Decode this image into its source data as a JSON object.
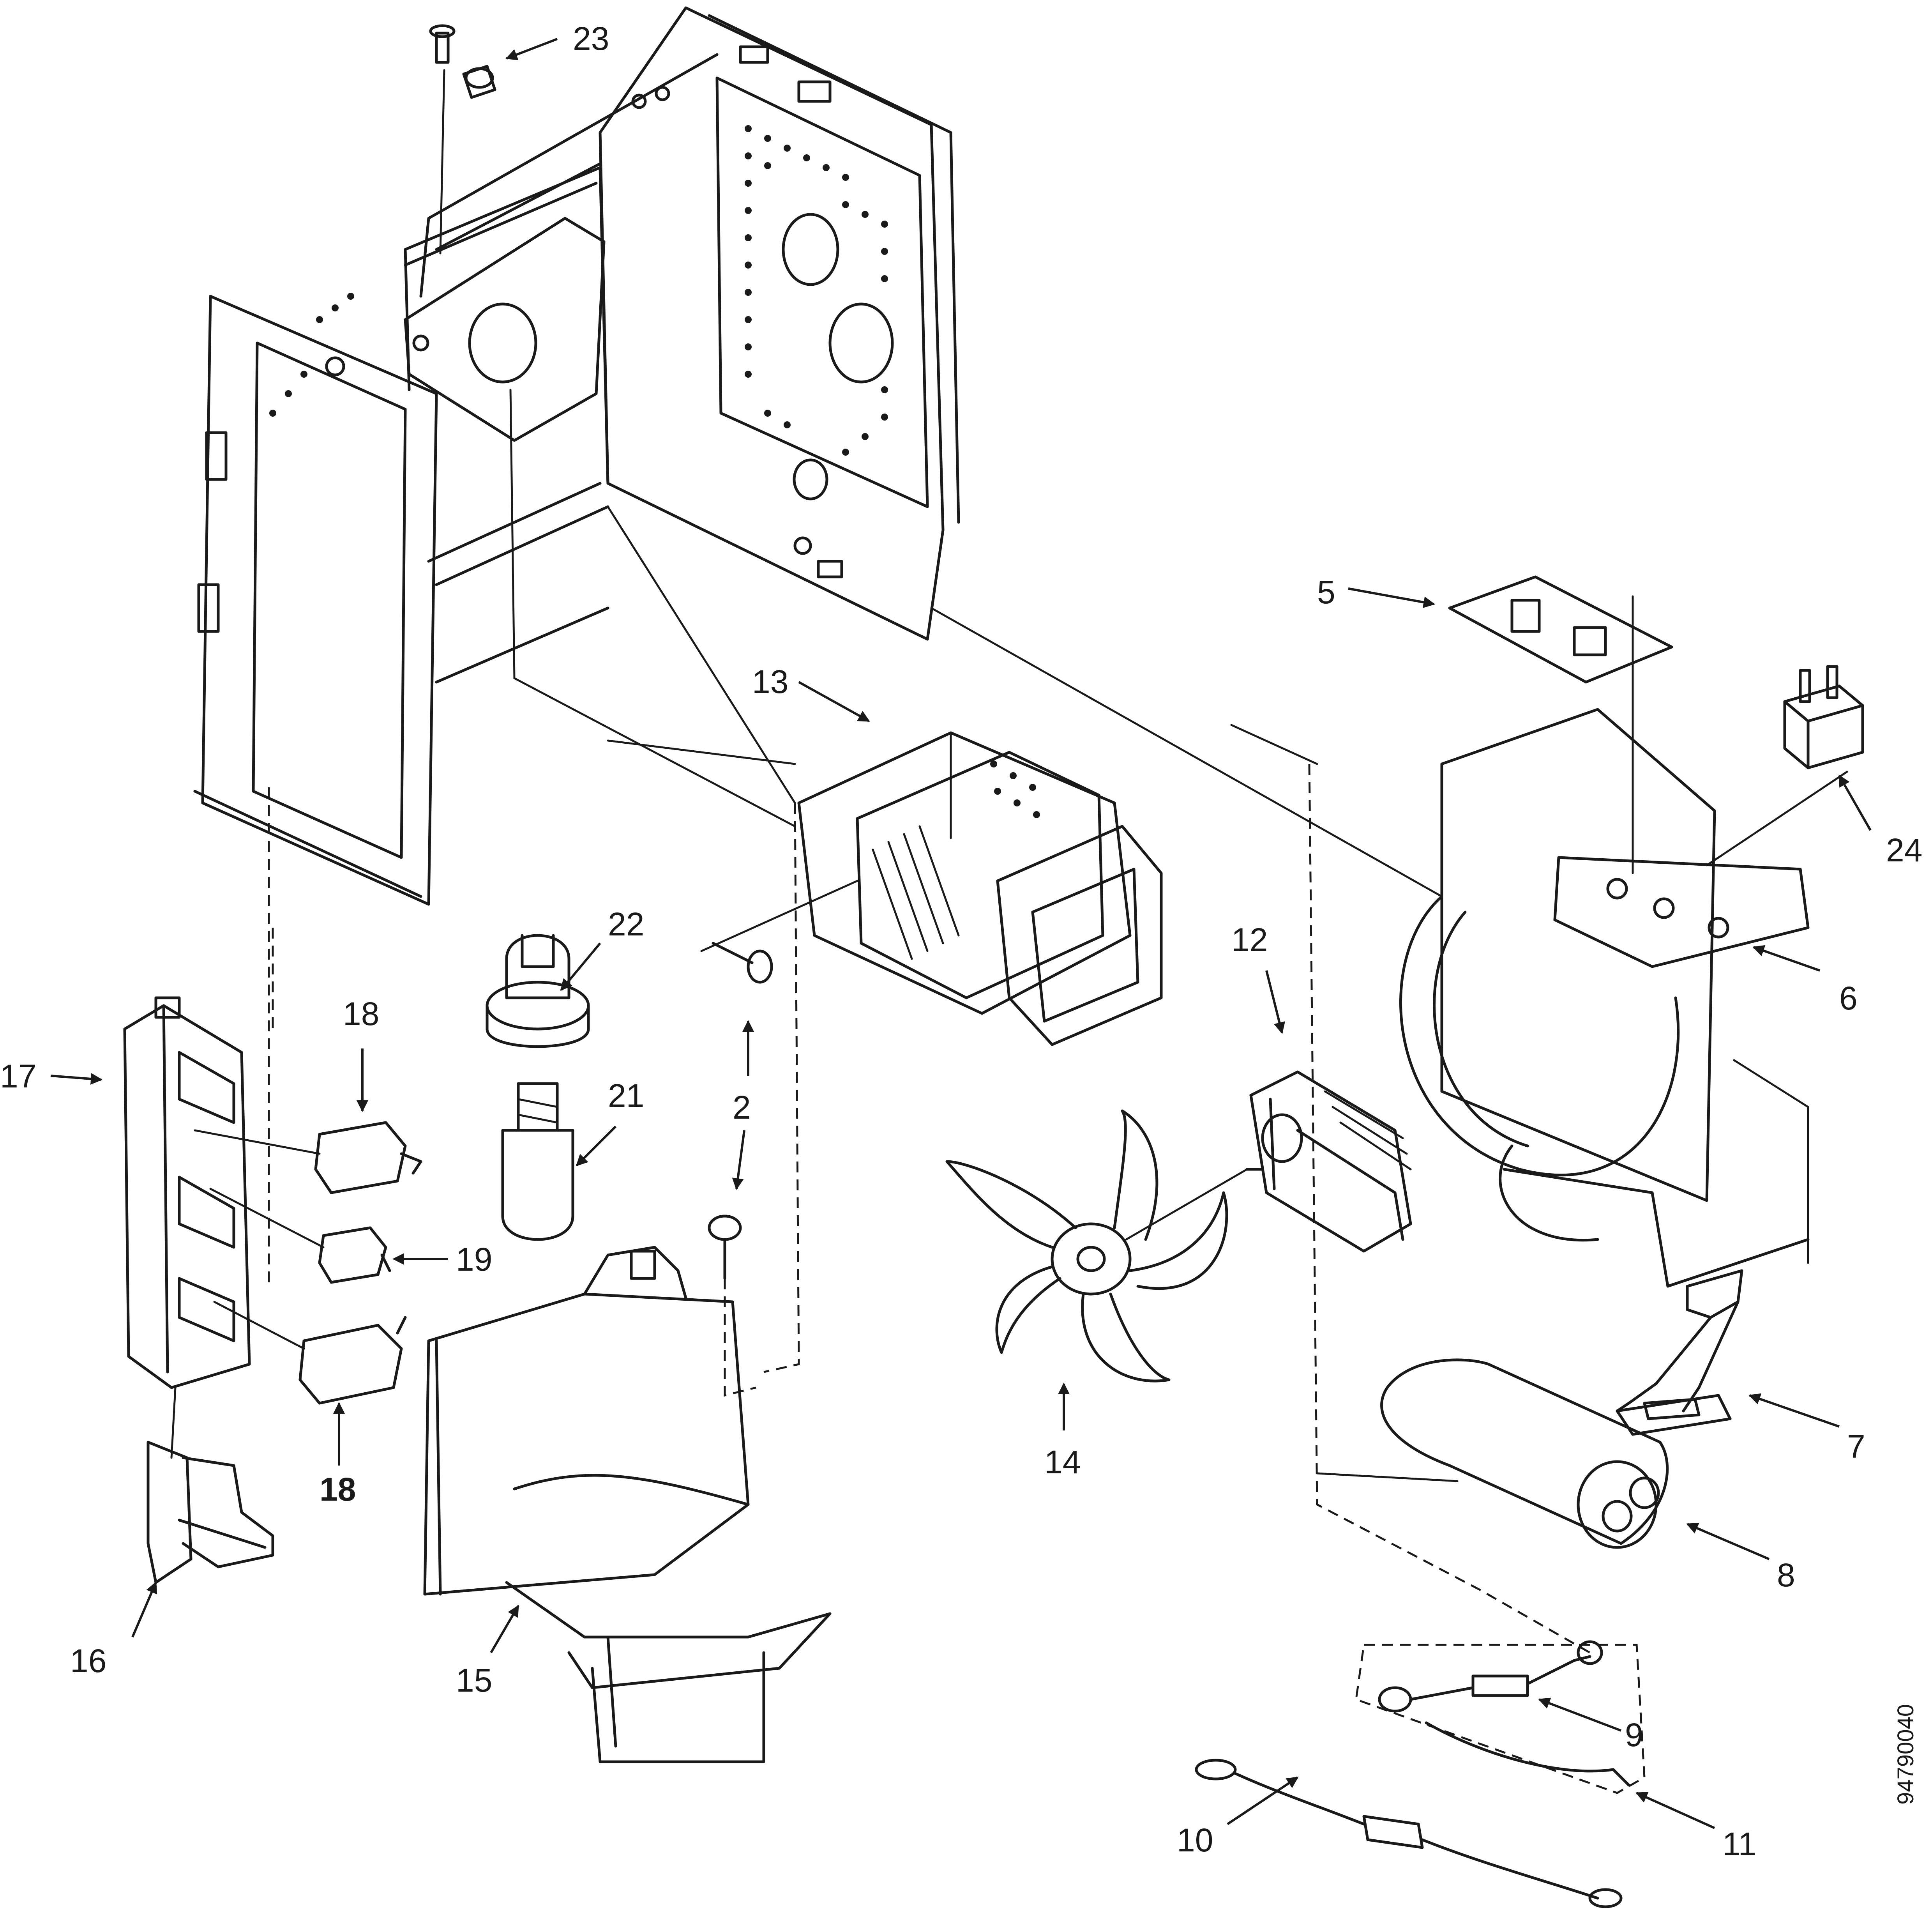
{
  "parts": [
    {
      "id": "23",
      "label": "23"
    },
    {
      "id": "5",
      "label": "5"
    },
    {
      "id": "13",
      "label": "13"
    },
    {
      "id": "24",
      "label": "24"
    },
    {
      "id": "22",
      "label": "22"
    },
    {
      "id": "12",
      "label": "12"
    },
    {
      "id": "6",
      "label": "6"
    },
    {
      "id": "18a",
      "label": "18"
    },
    {
      "id": "17",
      "label": "17"
    },
    {
      "id": "21",
      "label": "21"
    },
    {
      "id": "2",
      "label": "2"
    },
    {
      "id": "19",
      "label": "19"
    },
    {
      "id": "18b",
      "label": "18"
    },
    {
      "id": "14",
      "label": "14"
    },
    {
      "id": "7",
      "label": "7"
    },
    {
      "id": "8",
      "label": "8"
    },
    {
      "id": "16",
      "label": "16"
    },
    {
      "id": "15",
      "label": "15"
    },
    {
      "id": "9",
      "label": "9"
    },
    {
      "id": "10",
      "label": "10"
    },
    {
      "id": "11",
      "label": "11"
    }
  ],
  "figure_code": "94790040"
}
